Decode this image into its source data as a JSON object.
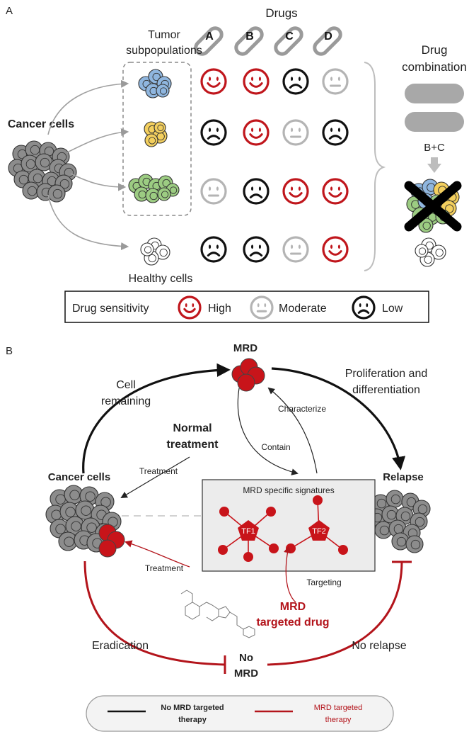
{
  "panel_a": {
    "label": "A",
    "drugs_title": "Drugs",
    "drug_letters": [
      "A",
      "B",
      "C",
      "D"
    ],
    "tumor_label_line1": "Tumor",
    "tumor_label_line2": "subpopulations",
    "cancer_cells_label": "Cancer cells",
    "healthy_cells_label": "Healthy cells",
    "drug_combination_line1": "Drug",
    "drug_combination_line2": "combination",
    "combo_label": "B+C",
    "populations": [
      "blue",
      "yellow",
      "green",
      "healthy"
    ],
    "sensitivity_grid": [
      [
        "high",
        "high",
        "low",
        "moderate"
      ],
      [
        "low",
        "high",
        "moderate",
        "low"
      ],
      [
        "moderate",
        "low",
        "high",
        "high"
      ],
      [
        "low",
        "low",
        "moderate",
        "high"
      ]
    ],
    "legend": {
      "title": "Drug sensitivity",
      "high": "High",
      "moderate": "Moderate",
      "low": "Low"
    },
    "colors": {
      "high": "#c0161c",
      "moderate": "#b4b4b4",
      "low": "#111111",
      "blue": "#8fb6df",
      "yellow": "#f3cf5e",
      "green": "#9ccc82",
      "cancer": "#8c8c8c"
    }
  },
  "panel_b": {
    "label": "B",
    "mrd_label": "MRD",
    "cell_remaining_line1": "Cell",
    "cell_remaining_line2": "remaining",
    "proliferation_line1": "Proliferation and",
    "proliferation_line2": "differentiation",
    "normal_treatment_line1": "Normal",
    "normal_treatment_line2": "treatment",
    "treatment_label": "Treatment",
    "cancer_cells_label": "Cancer cells",
    "relapse_label": "Relapse",
    "characterize_label": "Characterize",
    "contain_label": "Contain",
    "signatures_label": "MRD specific signatures",
    "tf1_label": "TF1",
    "tf2_label": "TF2",
    "treatment2_label": "Treatment",
    "targeting_label": "Targeting",
    "mrd_drug_line1": "MRD",
    "mrd_drug_line2": "targeted drug",
    "eradication_label": "Eradication",
    "no_relapse_label": "No relapse",
    "no_mrd_line1": "No",
    "no_mrd_line2": "MRD",
    "legend_black_line1": "No MRD targeted",
    "legend_black_line2": "therapy",
    "legend_red_line1": "MRD targeted",
    "legend_red_line2": "therapy",
    "colors": {
      "therapy_red": "#b3141b",
      "therapy_black": "#111111",
      "mrd_red": "#c8141a"
    }
  }
}
